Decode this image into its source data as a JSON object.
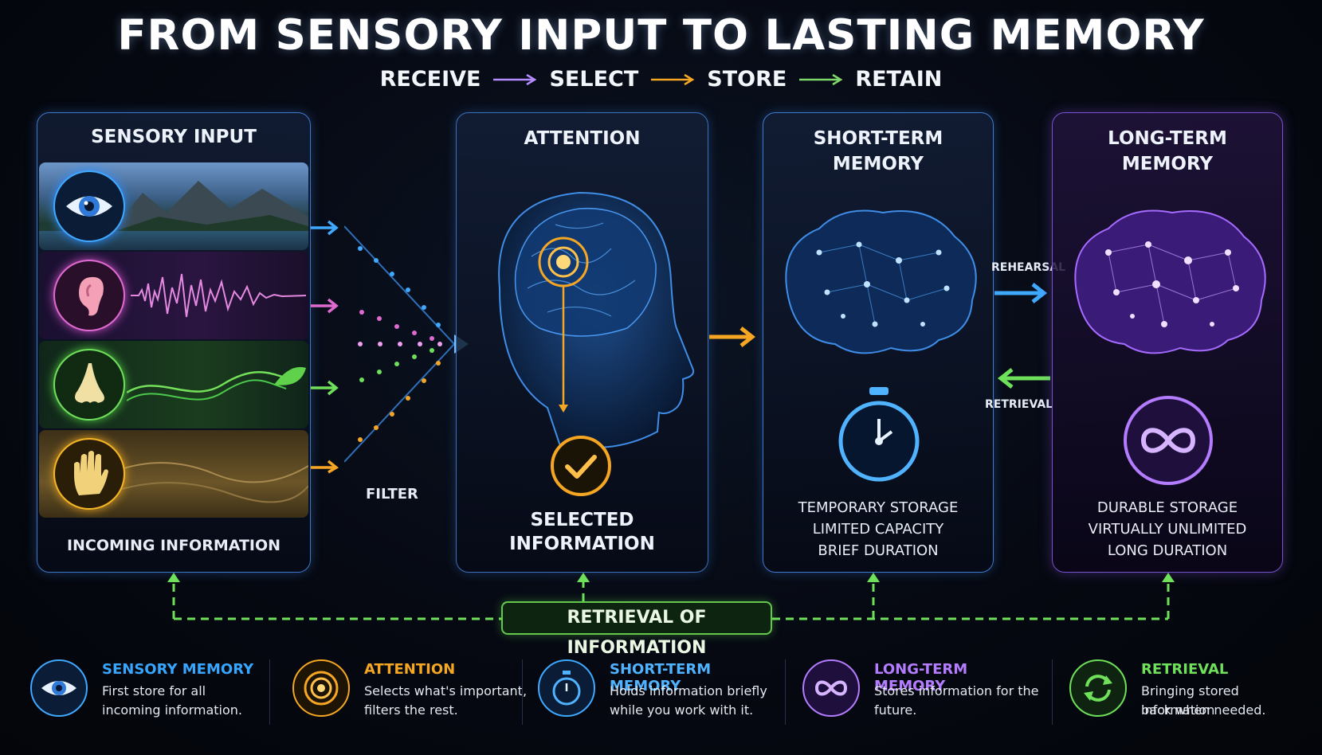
{
  "title": "FROM SENSORY INPUT TO LASTING MEMORY",
  "steps": [
    "RECEIVE",
    "SELECT",
    "STORE",
    "RETAIN"
  ],
  "colors": {
    "blue": "#37a6ff",
    "pink": "#e06ad0",
    "green": "#6ee05a",
    "orange": "#f5a623",
    "purple": "#a56bff"
  },
  "panels": {
    "sensory": {
      "title": "SENSORY INPUT",
      "caption": "INCOMING INFORMATION",
      "senses": [
        {
          "name": "eye-icon"
        },
        {
          "name": "ear-icon"
        },
        {
          "name": "nose-icon"
        },
        {
          "name": "hand-icon"
        }
      ]
    },
    "filter_label": "FILTER",
    "attention": {
      "title": "ATTENTION",
      "caption_line1": "SELECTED",
      "caption_line2": "INFORMATION"
    },
    "short_term": {
      "title_line1": "SHORT-TERM",
      "title_line2": "MEMORY",
      "lines": [
        "TEMPORARY STORAGE",
        "LIMITED CAPACITY",
        "BRIEF DURATION"
      ]
    },
    "long_term": {
      "title_line1": "LONG-TERM",
      "title_line2": "MEMORY",
      "lines": [
        "DURABLE STORAGE",
        "VIRTUALLY UNLIMITED",
        "LONG DURATION"
      ]
    },
    "rehearsal_label": "REHEARSAL",
    "retrieval_label": "RETRIEVAL"
  },
  "retrieval_bar": "RETRIEVAL OF INFORMATION",
  "legend": [
    {
      "icon": "eye-icon",
      "title": "SENSORY MEMORY",
      "line1": "First store for all",
      "line2": "incoming information.",
      "color": "#37a6ff"
    },
    {
      "icon": "target-icon",
      "title": "ATTENTION",
      "line1": "Selects what's important,",
      "line2": "filters the rest.",
      "color": "#f5a623"
    },
    {
      "icon": "stopwatch-icon",
      "title": "SHORT-TERM MEMORY",
      "line1": "Holds information briefly",
      "line2": "while you work with it.",
      "color": "#37a6ff"
    },
    {
      "icon": "infinity-icon",
      "title": "LONG-TERM MEMORY",
      "line1": "Stores information for the",
      "line2": "future.",
      "color": "#b47cff"
    },
    {
      "icon": "refresh-icon",
      "title": "RETRIEVAL",
      "line1": "Bringing stored information",
      "line2": "back when needed.",
      "color": "#6ee05a"
    }
  ]
}
